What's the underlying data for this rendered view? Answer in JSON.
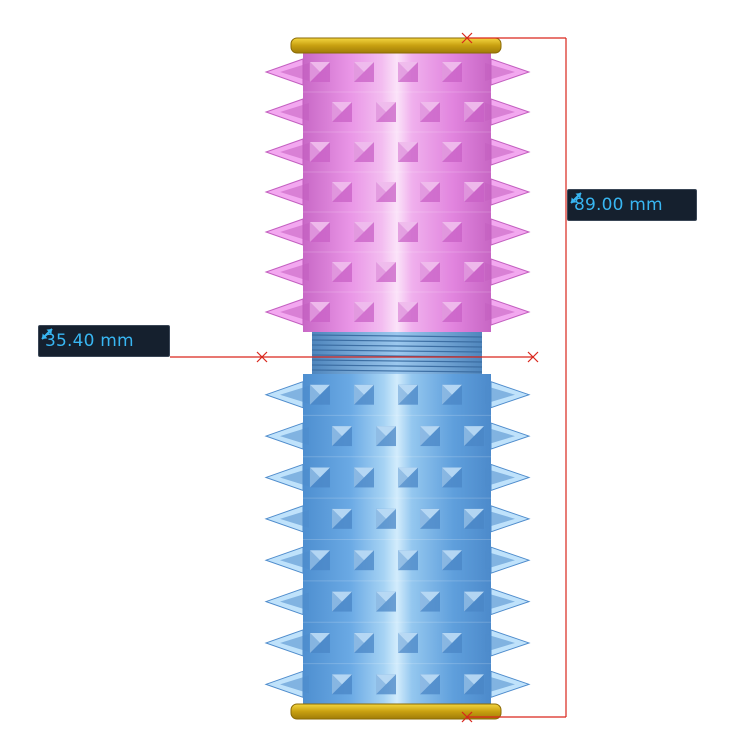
{
  "viewer": {
    "background": "#ffffff",
    "model": {
      "top_part": {
        "color": "#e98be6",
        "rows": 7
      },
      "bottom_part": {
        "color": "#6aa8e0",
        "rows": 8
      },
      "end_cap_color": "#d4b020",
      "thread_color": "#5f93c8"
    },
    "measurements": [
      {
        "id": "height",
        "value": "89.00 mm",
        "icon": "diagonal-arrow-icon",
        "line_color": "#d9261c",
        "text_color": "#38b6f2"
      },
      {
        "id": "diameter",
        "value": "35.40 mm",
        "icon": "diagonal-arrow-icon",
        "line_color": "#d9261c",
        "text_color": "#38b6f2"
      }
    ]
  }
}
